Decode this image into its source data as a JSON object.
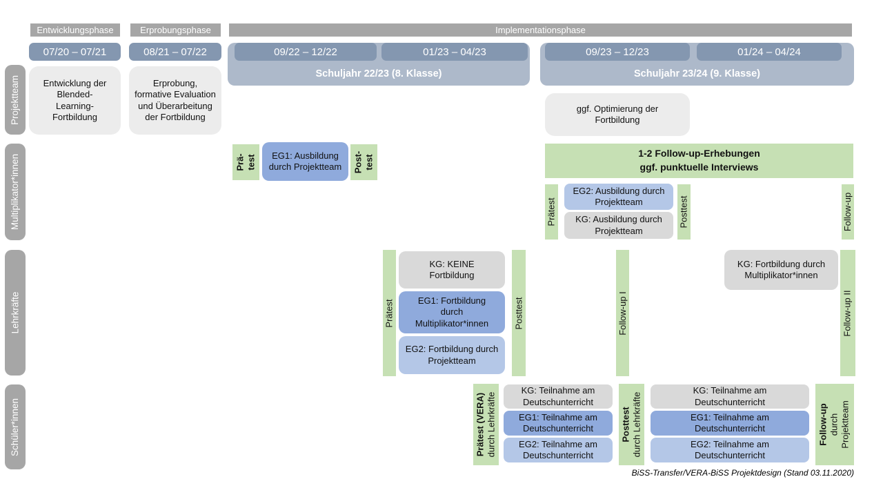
{
  "phases": {
    "entwicklung": "Entwicklungsphase",
    "erprobung": "Erprobungsphase",
    "implementation": "Implementationsphase"
  },
  "timeline": {
    "d1": "07/20 – 07/21",
    "d2": "08/21 – 07/22",
    "d3": "09/22 – 12/22",
    "d4": "01/23 – 04/23",
    "d5": "09/23 – 12/23",
    "d6": "01/24 – 04/24",
    "year1": "Schuljahr 22/23 (8. Klasse)",
    "year2": "Schuljahr 23/24 (9. Klasse)"
  },
  "row_labels": {
    "projektteam": "Projektteam",
    "multiplikatoren": "Multiplikator*innen",
    "lehrkraefte": "Lehrkräfte",
    "schueler": "Schüler*innen"
  },
  "projektteam": {
    "entwicklung_box": "Entwicklung der Blended-Learning-Fortbildung",
    "erprobung_box": "Erprobung, formative Evaluation und Überarbeitung der Fortbildung",
    "optimierung_box": "ggf. Optimierung der Fortbildung"
  },
  "multiplikatoren": {
    "prae_line1": "Prä-",
    "prae_line2": "test",
    "eg1": "EG1: Ausbildung durch Projektteam",
    "post_line1": "Post-",
    "post_line2": "test",
    "followup_band_line1": "1-2 Follow-up-Erhebungen",
    "followup_band_line2": "ggf. punktuelle Interviews",
    "praetest": "Prätest",
    "eg2": "EG2: Ausbildung durch Projektteam",
    "kg": "KG: Ausbildung durch Projektteam",
    "posttest": "Posttest",
    "followup": "Follow-up"
  },
  "lehrkraefte": {
    "praetest": "Prätest",
    "kg": "KG: KEINE Fortbildung",
    "eg1": "EG1: Fortbildung durch Multiplikator*innen",
    "eg2": "EG2: Fortbildung durch Projektteam",
    "posttest": "Posttest",
    "followup1": "Follow-up I",
    "kg2": "KG: Fortbildung durch Multiplikator*innen",
    "followup2": "Follow-up II"
  },
  "schueler": {
    "praetest_main": "Prätest (VERA)",
    "praetest_sub": "durch  Lehrkräfte",
    "kg": "KG: Teilnahme am Deutschunterricht",
    "eg1": "EG1: Teilnahme am Deutschunterricht",
    "eg2": "EG2: Teilnahme am Deutschunterricht",
    "posttest_main": "Posttest",
    "posttest_sub": "durch  Lehrkräfte",
    "kg_2": "KG: Teilnahme am Deutschunterricht",
    "eg1_2": "EG1: Teilnahme am Deutschunterricht",
    "eg2_2": "EG2: Teilnahme am Deutschunterricht",
    "followup_main": "Follow-up",
    "followup_sub1": "durch",
    "followup_sub2": "Projektteam"
  },
  "caption": "BiSS-Transfer/VERA-BiSS Projektdesign (Stand 03.11.2020)",
  "colors": {
    "phase_header_gray": "#a6a6a6",
    "date_chip_blue": "#8497b0",
    "schoolyear_band_blue": "#adb9ca",
    "light_gray_box": "#ececec",
    "kg_gray_box": "#d9d9d9",
    "eg1_blue": "#8faadc",
    "eg2_light_blue": "#b4c7e7",
    "measurement_green": "#c6e0b4"
  }
}
